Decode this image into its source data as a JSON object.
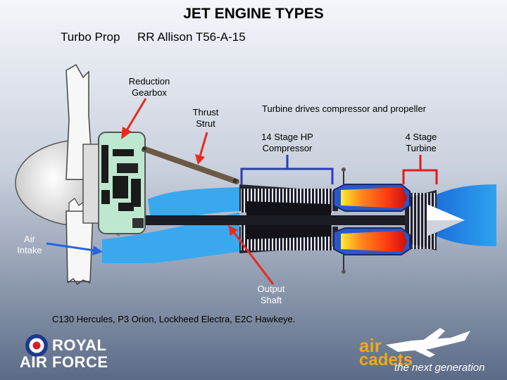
{
  "title": "JET ENGINE TYPES",
  "subtitle_type": "Turbo Prop",
  "subtitle_model": "RR Allison T56-A-15",
  "labels": {
    "reduction_gearbox": [
      "Reduction",
      "Gearbox"
    ],
    "thrust_strut": [
      "Thrust",
      "Strut"
    ],
    "turbine_drives": "Turbine drives compressor and propeller",
    "hp_compressor": [
      "14 Stage HP",
      "Compressor"
    ],
    "stage_turbine": [
      "4 Stage",
      "Turbine"
    ],
    "air_intake": [
      "Air",
      "Intake"
    ],
    "output_shaft": [
      "Output",
      "Shaft"
    ]
  },
  "aircraft": "C130 Hercules, P3 Orion, Lockheed Electra, E2C Hawkeye.",
  "logos": {
    "raf_line1": "ROYAL",
    "raf_line2": "AIR FORCE",
    "cadets_top": "air",
    "cadets_bottom": "cadets",
    "cadets_tagline": "the next generation"
  },
  "colors": {
    "arrow_red": "#e82b1e",
    "arrow_blue": "#2266dd",
    "bracket_blue": "#2b3bbd",
    "bracket_red": "#e21b1b",
    "airflow": "#3aa8ee",
    "casing": "#262630"
  }
}
